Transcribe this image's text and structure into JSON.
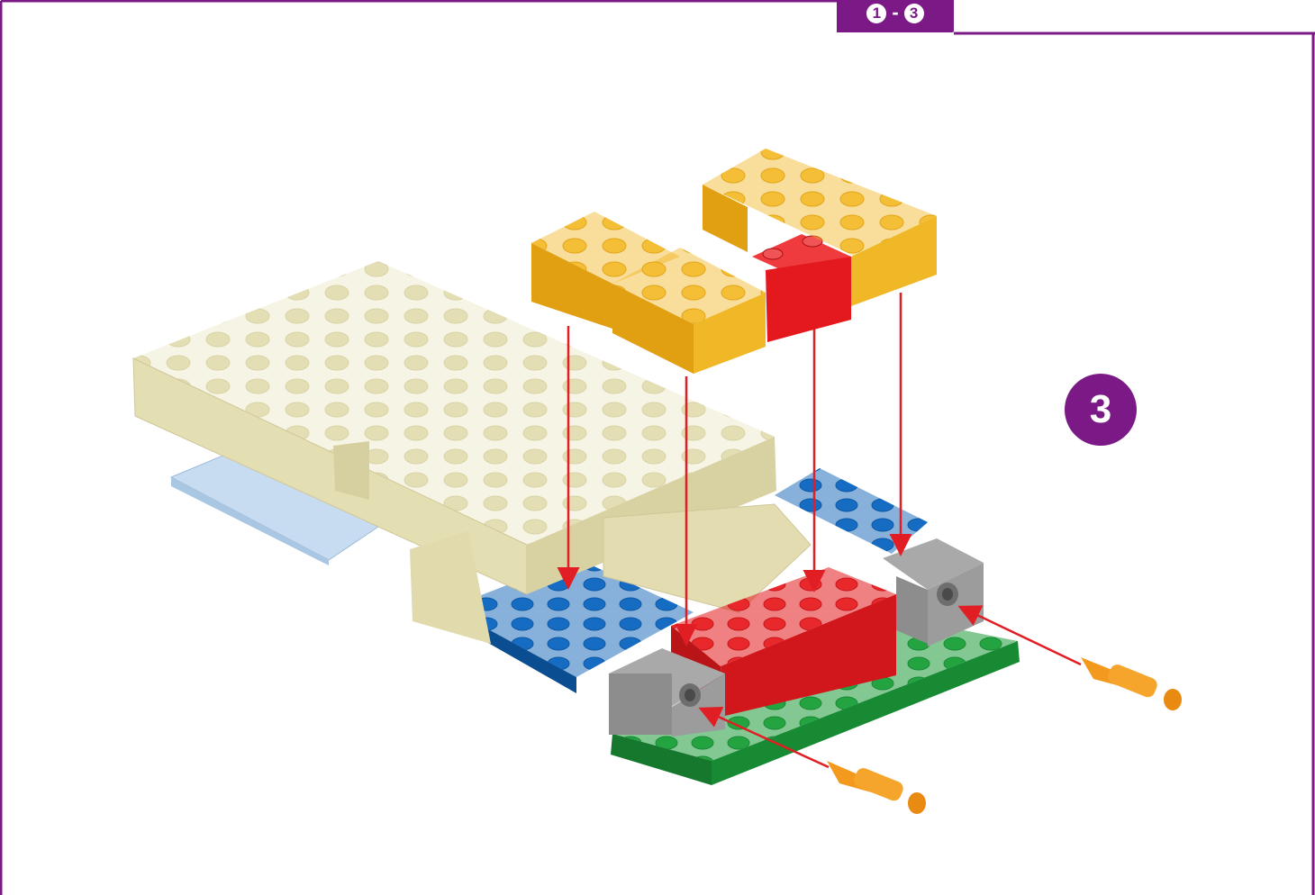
{
  "header": {
    "step_range_start": "1",
    "step_range_separator": "-",
    "step_range_end": "3"
  },
  "main": {
    "step_number": "3"
  },
  "colors": {
    "frame": "#7b1a86",
    "beige": "#e9e4bd",
    "yellow": "#f2b320",
    "red": "#e3191d",
    "blue": "#0f63b8",
    "green": "#1e9a3a",
    "gray": "#9a9a9a",
    "light_blue": "#b7d2ea",
    "orange_pin": "#f39a1e",
    "arrow": "#e01e24"
  },
  "icons": {
    "assembly": "brick-assembly-illustration",
    "pin_left": "orange-connector-pin",
    "pin_right": "orange-connector-pin"
  }
}
